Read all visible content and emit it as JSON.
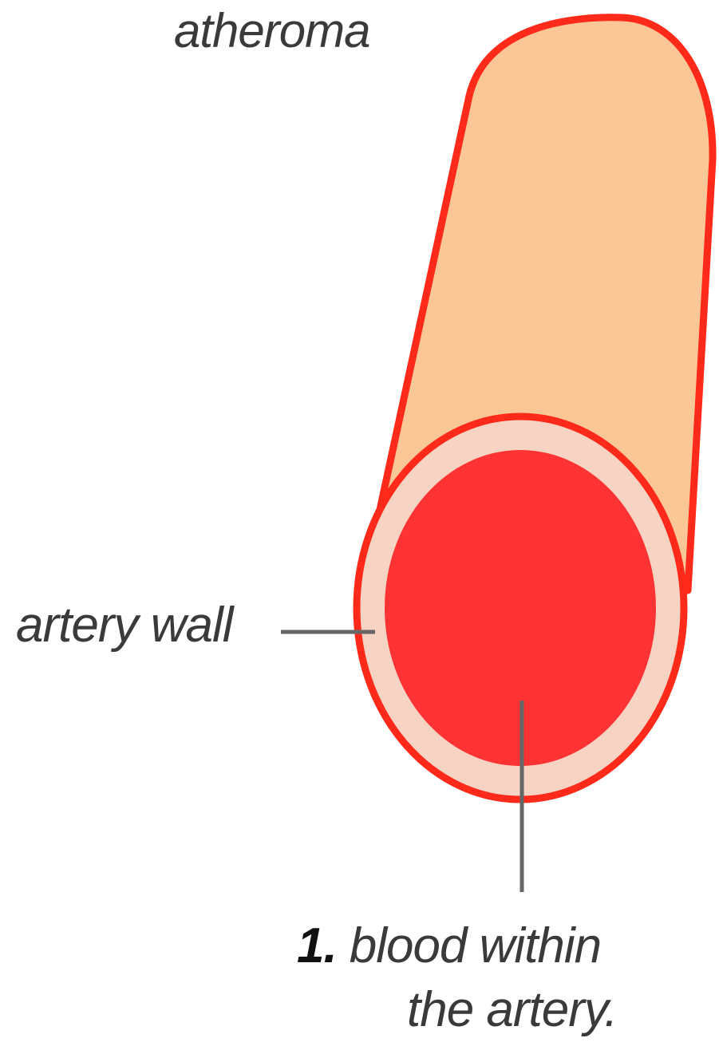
{
  "labels": {
    "atheroma": "atheroma",
    "artery_wall": "artery wall",
    "blood": {
      "number": "1.",
      "line1": "blood within",
      "line2": "the artery."
    }
  },
  "colors": {
    "artery_outline": "#ff2a1a",
    "atheroma_fill": "#fcc797",
    "wall_fill": "#f6d3c3",
    "blood_fill": "#ff3333",
    "leader_line": "#666666",
    "label_text": "#3a3a3a"
  }
}
